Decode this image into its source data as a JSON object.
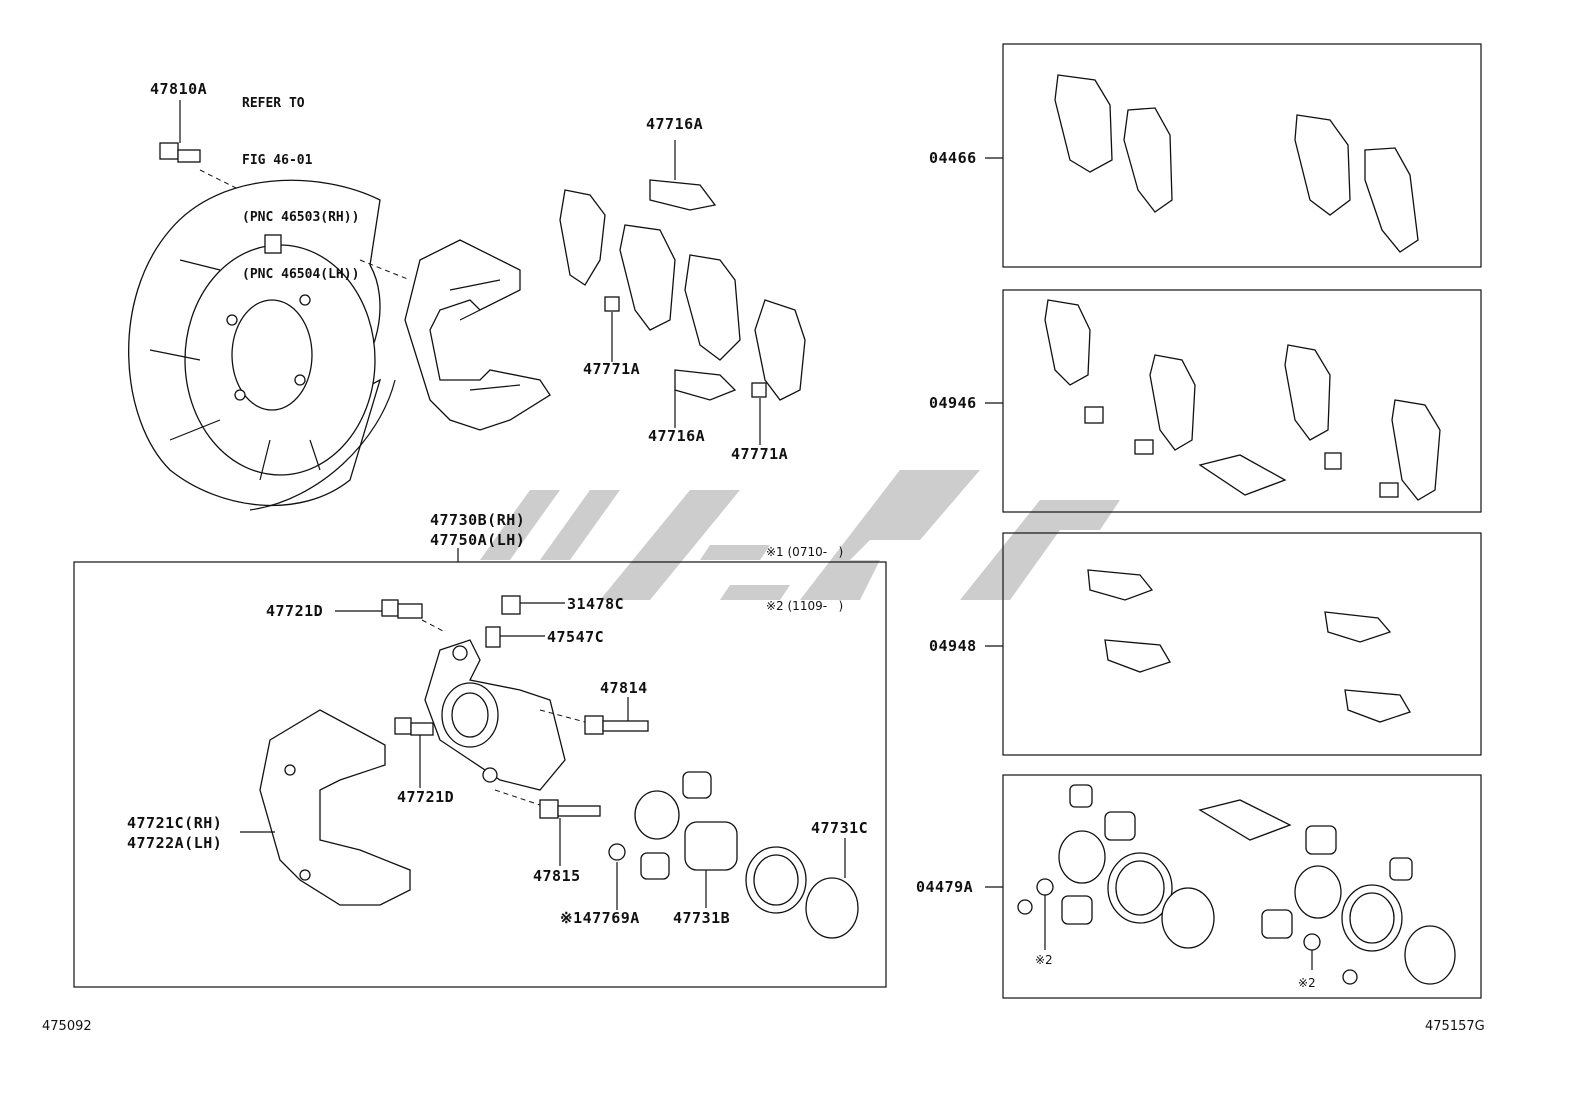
{
  "figure": {
    "left_code": "475092",
    "right_code": "475157G"
  },
  "reference_note": {
    "lines": [
      "REFER TO",
      "FIG 46-01",
      "(PNC 46503(RH))",
      "(PNC 46504(LH))"
    ]
  },
  "date_notes": {
    "note1": "※1 (0710-   )",
    "note2": "※2 (1109-   )"
  },
  "labels": {
    "l47810A": "47810A",
    "l47716A_top": "47716A",
    "l47771A_left": "47771A",
    "l47716A_bottom": "47716A",
    "l47771A_right": "47771A",
    "l47730B": "47730B(RH)",
    "l47750A": "47750A(LH)",
    "l47721D_top": "47721D",
    "l31478C": "31478C",
    "l47547C": "47547C",
    "l47814": "47814",
    "l47721D_mid": "47721D",
    "l47721C": "47721C(RH)",
    "l47722A": "47722A(LH)",
    "l47815": "47815",
    "l47769A": "※147769A",
    "l47731B": "47731B",
    "l47731C": "47731C",
    "l04466": "04466",
    "l04946": "04946",
    "l04948": "04948",
    "l04479A": "04479A",
    "mark2_left": "※2",
    "mark2_right": "※2"
  }
}
